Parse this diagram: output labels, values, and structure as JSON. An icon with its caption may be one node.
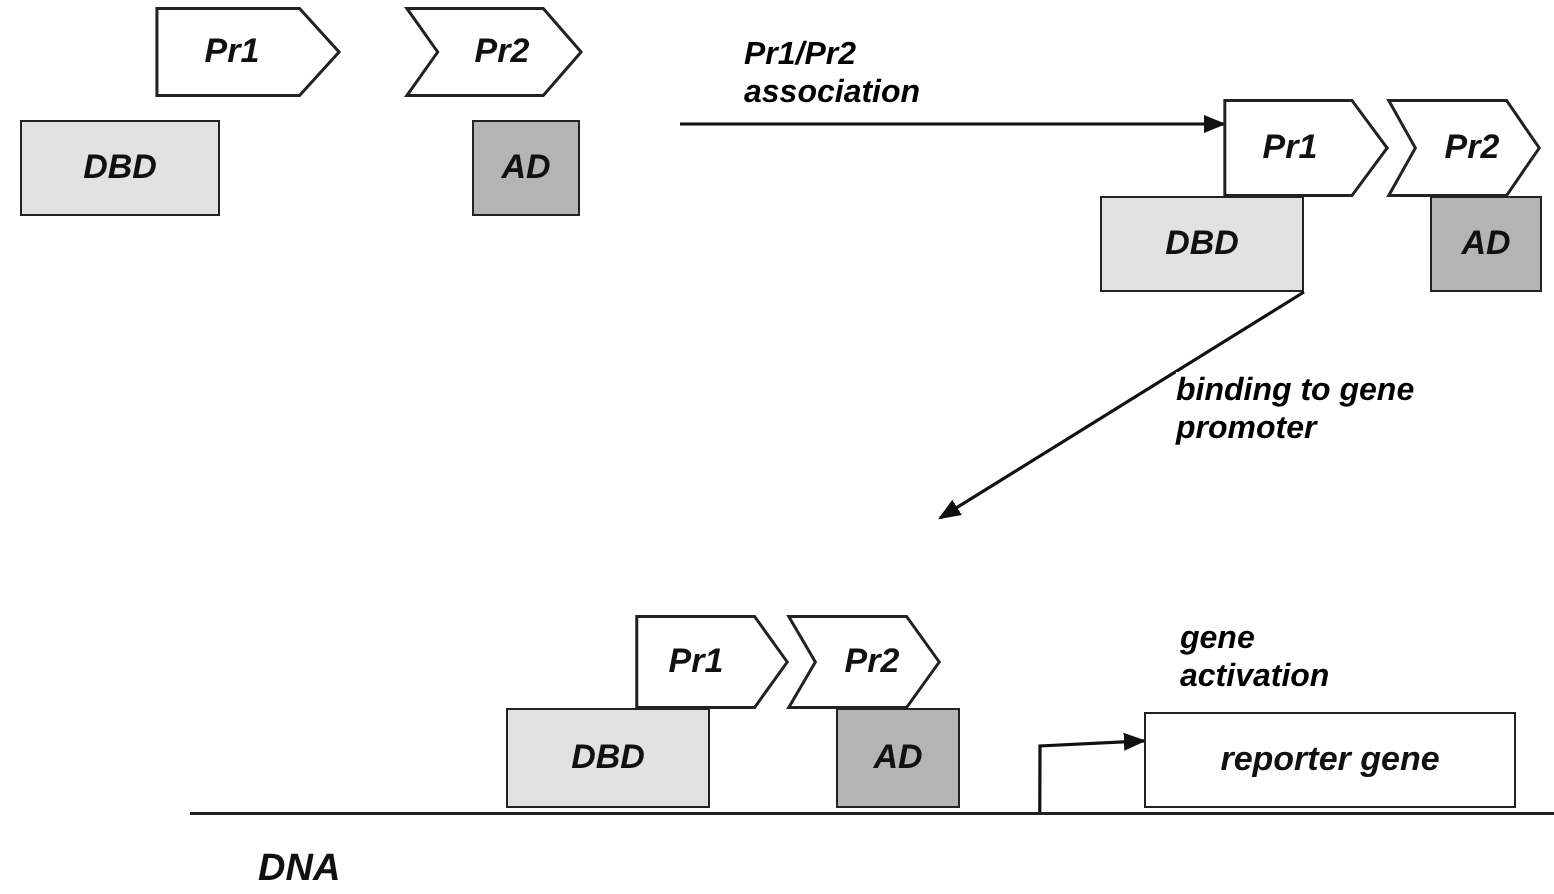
{
  "diagram": {
    "nodes": [
      {
        "text": [
          "Pr1"
        ]
      },
      {
        "text": [
          "DBD"
        ]
      },
      {
        "text": [
          "Pr2"
        ]
      },
      {
        "text": [
          "AD"
        ]
      },
      {
        "text": [
          "Pr1"
        ]
      },
      {
        "text": [
          "Pr2"
        ]
      },
      {
        "text": [
          "DBD"
        ]
      },
      {
        "text": [
          "AD"
        ]
      },
      {
        "text": [
          "Pr1"
        ]
      },
      {
        "text": [
          "Pr2"
        ]
      },
      {
        "text": [
          "DBD"
        ]
      },
      {
        "text": [
          "AD"
        ]
      },
      {
        "text": [
          "reporter gene"
        ]
      },
      {
        "text": [
          "DNA"
        ]
      }
    ],
    "edges": [
      {
        "from": null,
        "to": 4,
        "arrow": "to",
        "label": "Pr1/Pr2 association"
      },
      {
        "from": 6,
        "to": null,
        "arrow": "to",
        "label": "binding to gene promoter"
      },
      {
        "from": 13,
        "to": 12,
        "arrow": "to",
        "label": "gene activation"
      }
    ]
  }
}
